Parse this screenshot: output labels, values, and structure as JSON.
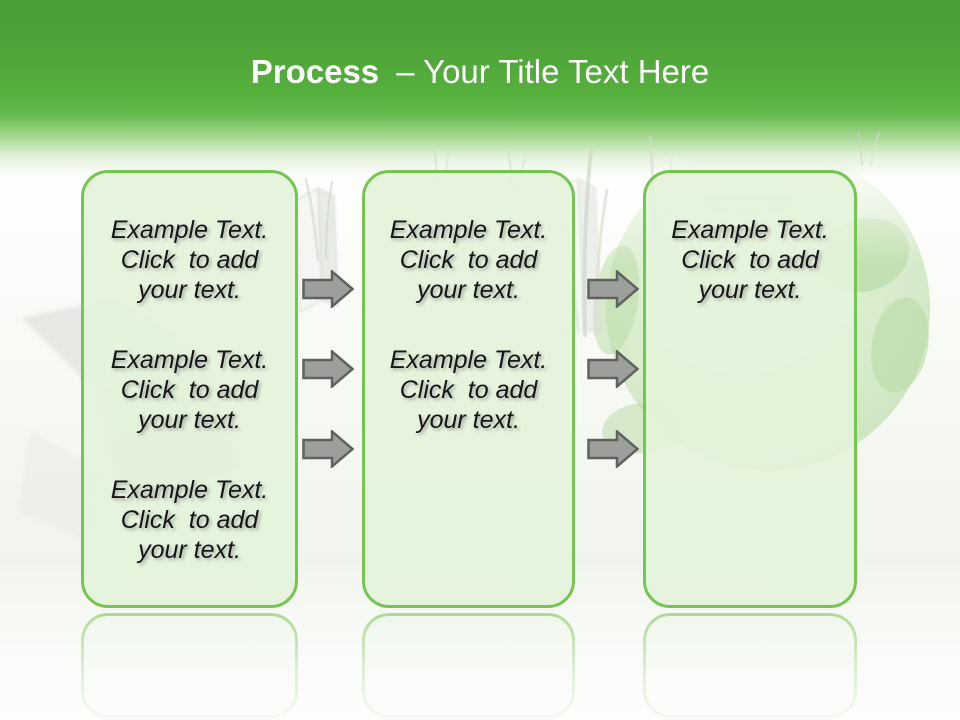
{
  "slide_title": {
    "emphasis": "Process",
    "rest": "– Your Title Text Here"
  },
  "boxes": [
    {
      "name": "step-1",
      "blocks": [
        {
          "text": "Example Text.\nClick  to add\nyour text."
        },
        {
          "text": "Example Text.\nClick  to add\nyour text."
        },
        {
          "text": "Example Text.\nClick  to add\nyour text."
        }
      ]
    },
    {
      "name": "step-2",
      "blocks": [
        {
          "text": "Example Text.\nClick  to add\nyour text."
        },
        {
          "text": "Example Text.\nClick  to add\nyour text."
        }
      ]
    },
    {
      "name": "step-3",
      "blocks": [
        {
          "text": "Example Text.\nClick  to add\nyour text."
        }
      ]
    }
  ],
  "arrows": {
    "direction": "right",
    "per_gap": 3,
    "gaps": 2
  },
  "colors": {
    "banner-green": "#55b03d",
    "box-border": "#76c551",
    "box-fill": "#e4f3db",
    "arrow-fill": "#9d9f9c",
    "arrow-stroke": "#60625f",
    "title-color": "#ffffff",
    "text-color": "#161616"
  }
}
